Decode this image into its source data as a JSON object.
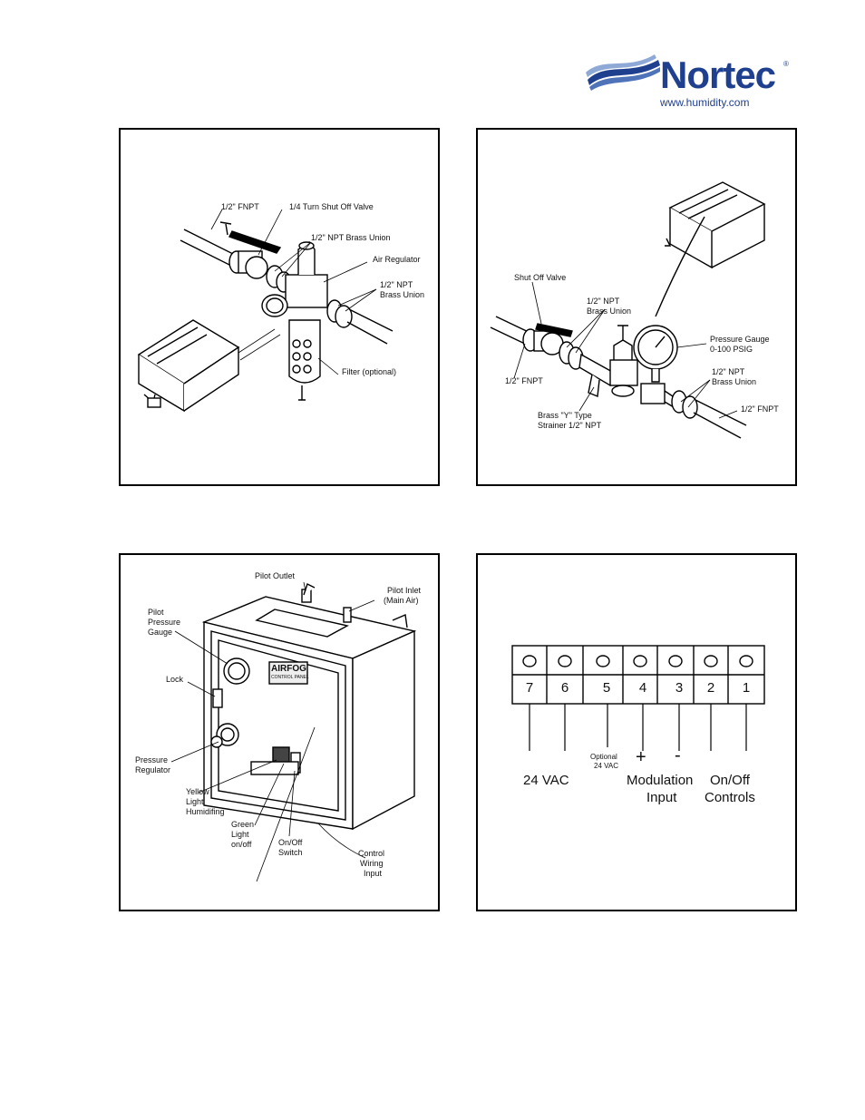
{
  "logo": {
    "name": "Nortec",
    "registered": "®",
    "url": "www.humidity.com",
    "color": "#1f3f8f"
  },
  "panel_air": {
    "labels": {
      "fnpt": "1/2\" FNPT",
      "shutoff": "1/4 Turn Shut Off Valve",
      "brass_union_top": "1/2\" NPT Brass Union",
      "air_regulator": "Air Regulator",
      "brass_union_right_1": "1/2\" NPT",
      "brass_union_right_2": "Brass Union",
      "filter": "Filter (optional)"
    }
  },
  "panel_water": {
    "labels": {
      "shutoff": "Shut Off Valve",
      "union_1": "1/2\" NPT",
      "union_2": "Brass Union",
      "gauge_1": "Pressure Gauge",
      "gauge_2": "0-100 PSIG",
      "fnpt_left": "1/2\" FNPT",
      "union_right_1": "1/2\" NPT",
      "union_right_2": "Brass Union",
      "fnpt_right": "1/2\" FNPT",
      "strainer_1": "Brass \"Y\" Type",
      "strainer_2": "Strainer 1/2\" NPT"
    }
  },
  "panel_control": {
    "labels": {
      "pilot_outlet": "Pilot Outlet",
      "pilot_inlet_1": "Pilot Inlet",
      "pilot_inlet_2": "(Main Air)",
      "pilot_gauge_1": "Pilot",
      "pilot_gauge_2": "Pressure",
      "pilot_gauge_3": "Gauge",
      "lock": "Lock",
      "pressure_reg_1": "Pressure",
      "pressure_reg_2": "Regulator",
      "yellow_1": "Yellow",
      "yellow_2": "Light",
      "yellow_3": "Humidifing",
      "green_1": "Green",
      "green_2": "Light",
      "green_3": "on/off",
      "onoff_1": "On/Off",
      "onoff_2": "Switch",
      "wiring_1": "Control",
      "wiring_2": "Wiring",
      "wiring_3": "Input",
      "brand": "AIRFOG",
      "brand_sub": "CONTROL PANEL"
    }
  },
  "panel_terminals": {
    "terminals": [
      "7",
      "6",
      "5",
      "4",
      "3",
      "2",
      "1"
    ],
    "labels": {
      "vac": "24 VAC",
      "optional_1": "Optional",
      "optional_2": "24 VAC",
      "plus": "+",
      "minus": "-",
      "modulation_1": "Modulation",
      "modulation_2": "Input",
      "onoff_1": "On/Off",
      "onoff_2": "Controls"
    }
  }
}
